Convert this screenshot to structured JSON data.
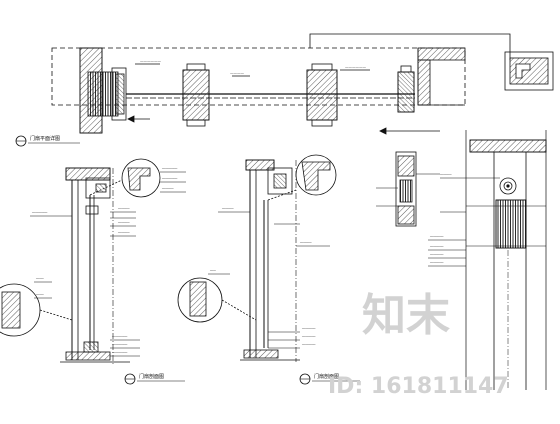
{
  "watermark": {
    "brand": "知末",
    "id_text": "ID: 161811147"
  },
  "colors": {
    "ink": "#111111",
    "hatch": "#333333",
    "watermark": "#d2d2d2"
  },
  "drawing": {
    "plan_label": "门扇平面详图",
    "section_label_left": "门扇剖面图",
    "section_label_right": "门扇剖面图"
  }
}
